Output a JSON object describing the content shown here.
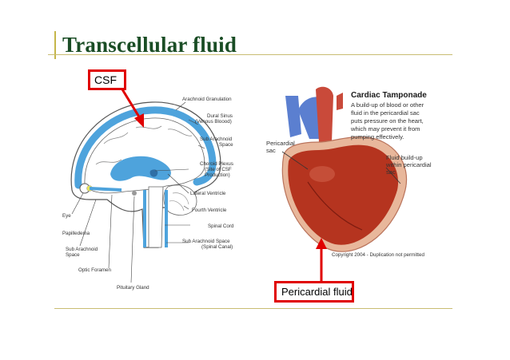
{
  "title": "Transcellular fluid",
  "callouts": {
    "csf": "CSF",
    "pericardial": "Pericardial fluid"
  },
  "brain_diagram": {
    "labels": {
      "arachnoid_granulation": "Arachnoid Granulation",
      "dural_sinus_1": "Dural Sinus",
      "dural_sinus_2": "(Venous Bloood)",
      "sub_arachnoid_1": "Sub Arachnoid",
      "sub_arachnoid_2": "Space",
      "choroid_1": "Choroid Plexus",
      "choroid_2": "(Site of CSF",
      "choroid_3": "Production)",
      "lateral_ventricle": "Lateral Ventricle",
      "fourth_ventricle": "Fourth Ventricle",
      "spinal_cord": "Spinal Cord",
      "sub_arachnoid_spinal_1": "Sub Arachnoid Space",
      "sub_arachnoid_spinal_2": "(Spinal Canal)",
      "eye": "Eye",
      "papilledema": "Papilledema",
      "sub_arachnoid_left_1": "Sub Arachnoid",
      "sub_arachnoid_left_2": "Space",
      "optic_foramen": "Optic Foramen",
      "pituitary_gland": "Pituitary Gland"
    }
  },
  "heart_diagram": {
    "heading": "Cardiac Tamponade",
    "description_lines": [
      "A build-up of blood or other",
      "fluid in the pericardial sac",
      "puts pressure on the heart,",
      "which may prevent it from",
      "pumping effectively."
    ],
    "label_pericardial_1": "Pericardial",
    "label_pericardial_2": "sac",
    "label_fluid_1": "Fluid build-up",
    "label_fluid_2": "within pericardial",
    "label_fluid_3": "sac",
    "copyright": "Copyright 2004 - Duplication not permitted"
  },
  "colors": {
    "title": "#1a4d25",
    "accent_rule": "#c5b64a",
    "callout_red": "#e00000",
    "csf_blue": "#4ea3dc",
    "heart_red": "#b5341f"
  }
}
